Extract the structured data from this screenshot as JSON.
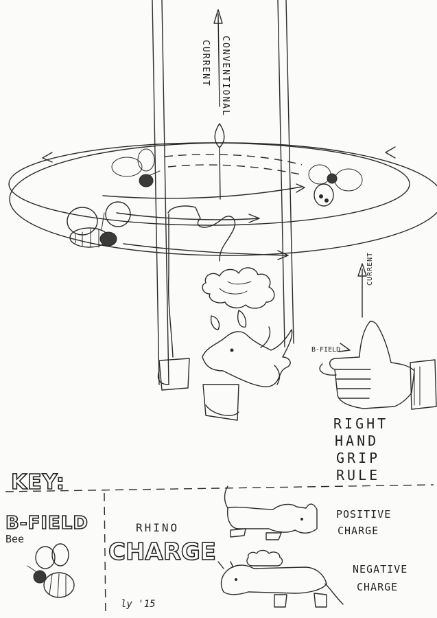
{
  "labels": {
    "conventional": "CONVENTIONAL",
    "current_top": "CURRENT",
    "current_right": "CURRENT",
    "b_field_hand": "B-FIELD",
    "rule_line1": "RIGHT",
    "rule_line2": "HAND",
    "rule_line3": "GRIP",
    "rule_line4": "RULE"
  },
  "key": {
    "title": "KEY:",
    "b_field_top": "B-FIELD",
    "b_field_bottom": "Bee",
    "rhino": "RHINO",
    "charge": "CHARGE",
    "positive": "POSITIVE",
    "positive_charge": "CHARGE",
    "negative": "NEGATIVE",
    "negative_charge": "CHARGE",
    "signature": "ly '15"
  },
  "icons": {
    "bee": "bee-icon",
    "rhino": "rhino-icon",
    "cloud": "cloud-icon",
    "hand": "right-hand-icon"
  }
}
